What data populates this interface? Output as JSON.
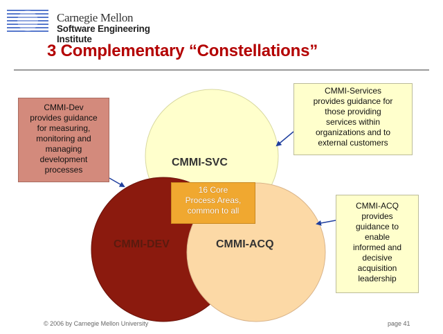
{
  "header": {
    "logo_line1": "Carnegie Mellon",
    "logo_line2": "Software Engineering Institute"
  },
  "slide": {
    "title": "3 Complementary “Constellations”"
  },
  "circles": {
    "svc": {
      "label": "CMMI-SVC",
      "fill": "#ffffcc"
    },
    "dev": {
      "label": "CMMI-DEV",
      "fill": "#8b1a0e"
    },
    "acq": {
      "label": "CMMI-ACQ",
      "fill": "#fcd9a6"
    }
  },
  "callouts": {
    "dev": [
      "CMMI-Dev",
      "provides guidance",
      "for measuring,",
      "monitoring and",
      "managing",
      "development",
      "processes"
    ],
    "svc": [
      "CMMI-Services",
      "provides guidance for",
      "those providing",
      "services within",
      "organizations and to",
      "external customers"
    ],
    "acq": [
      "CMMI-ACQ",
      "provides",
      "guidance to",
      "enable",
      "informed and",
      "decisive",
      "acquisition",
      "leadership"
    ],
    "core": [
      "16 Core",
      "Process Areas,",
      "common to all"
    ]
  },
  "footer": {
    "copyright": "© 2006 by Carnegie Mellon University",
    "page": "page 41"
  },
  "colors": {
    "title": "#b30000",
    "arrow": "#1f3f9e",
    "core_box": "#f0a830"
  }
}
